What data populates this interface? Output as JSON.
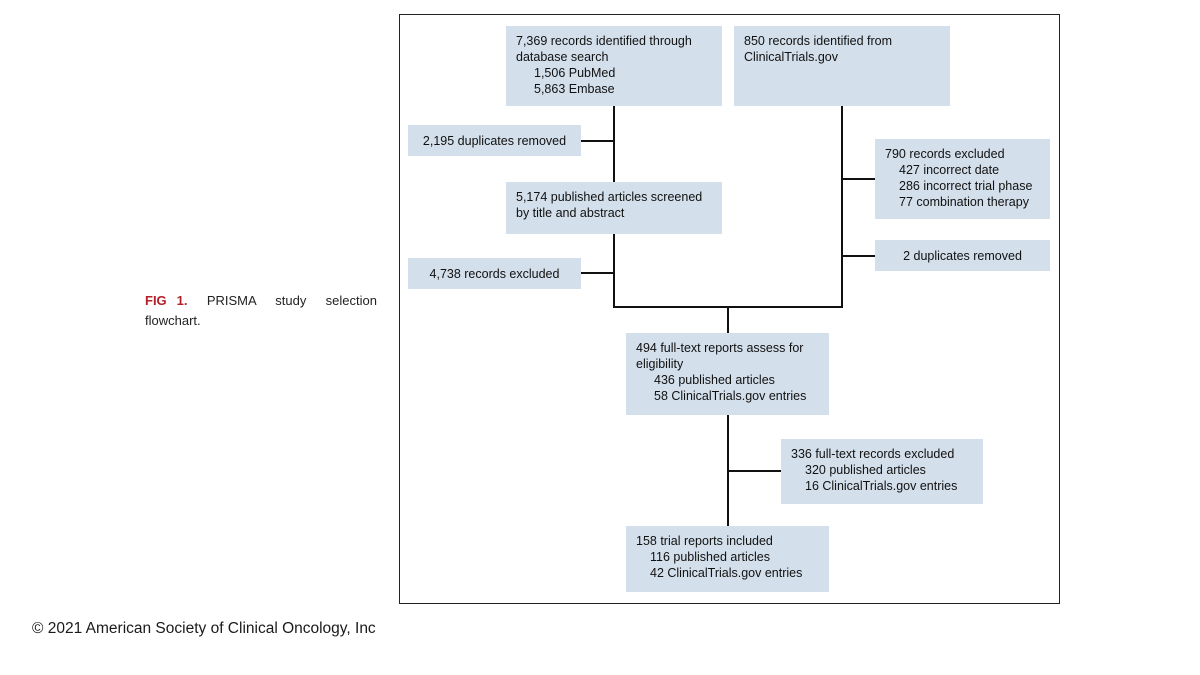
{
  "figure": {
    "label": "FIG",
    "number": "1.",
    "caption": "PRISMA study selection flowchart."
  },
  "copyright": "© 2021 American Society of Clinical Oncology, Inc",
  "flowchart": {
    "db_search": {
      "title_1": "7,369 records identified through",
      "title_2": "database search",
      "items": [
        "1,506 PubMed",
        "5,863 Embase"
      ]
    },
    "ct_search": {
      "title_1": "850 records identified from",
      "title_2": "ClinicalTrials.gov"
    },
    "db_duplicates": "2,195 duplicates removed",
    "screened": {
      "title_1": "5,174 published articles screened",
      "title_2": "by title and abstract"
    },
    "db_excluded": "4,738 records excluded",
    "ct_excluded": {
      "title": "790 records excluded",
      "items": [
        "427 incorrect date",
        "286 incorrect trial phase",
        "77 combination therapy"
      ]
    },
    "ct_duplicates": "2 duplicates removed",
    "fulltext": {
      "title_1": "494 full-text reports assess for",
      "title_2": "eligibility",
      "items": [
        "436 published articles",
        "58 ClinicalTrials.gov entries"
      ]
    },
    "fulltext_excluded": {
      "title": "336 full-text records excluded",
      "items": [
        "320 published articles",
        "16 ClinicalTrials.gov entries"
      ]
    },
    "included": {
      "title": "158 trial reports included",
      "items": [
        "116 published articles",
        "42 ClinicalTrials.gov entries"
      ]
    }
  },
  "colors": {
    "box_fill": "#d3dfeb",
    "line": "#111111",
    "figure_label": "#b3202a"
  }
}
